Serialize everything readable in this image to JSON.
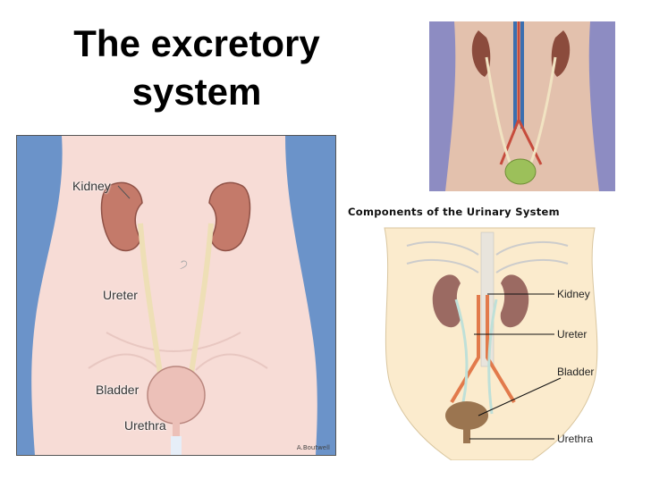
{
  "title_line1": "The excretory",
  "title_line2": "system",
  "left_diagram": {
    "labels": {
      "kidney": "Kidney",
      "ureter": "Ureter",
      "bladder": "Bladder",
      "urethra": "Urethra"
    },
    "signature": "A.Boutwell"
  },
  "right_diagram": {
    "title": "Components of the Urinary System",
    "labels": {
      "kidney": "Kidney",
      "ureter": "Ureter",
      "bladder": "Bladder",
      "urethra": "Urethra"
    }
  },
  "colors": {
    "background_blue": "#6b93c9",
    "skin_pink": "#f7dcd6",
    "kidney": "#c47a6a",
    "bladder": "#ecc0b8",
    "artery_red": "#c64b3c",
    "vein_blue": "#3b6fb0",
    "bladder_green": "#9cc05a"
  }
}
